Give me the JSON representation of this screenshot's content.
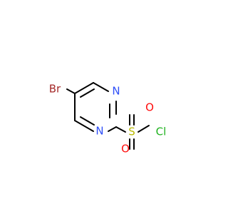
{
  "molecule": {
    "atoms": {
      "bromine": {
        "label": "Br",
        "color": "#a52a2a"
      },
      "nitrogen_top": {
        "label": "N",
        "color": "#3050f8"
      },
      "nitrogen_bottom": {
        "label": "N",
        "color": "#3050f8"
      },
      "sulfur": {
        "label": "S",
        "color": "#b8b800"
      },
      "oxygen_top": {
        "label": "O",
        "color": "#ff0d0d"
      },
      "oxygen_bottom": {
        "label": "O",
        "color": "#ff0d0d"
      },
      "chlorine": {
        "label": "Cl",
        "color": "#1fb21f"
      }
    },
    "bond_color": "#000000"
  }
}
